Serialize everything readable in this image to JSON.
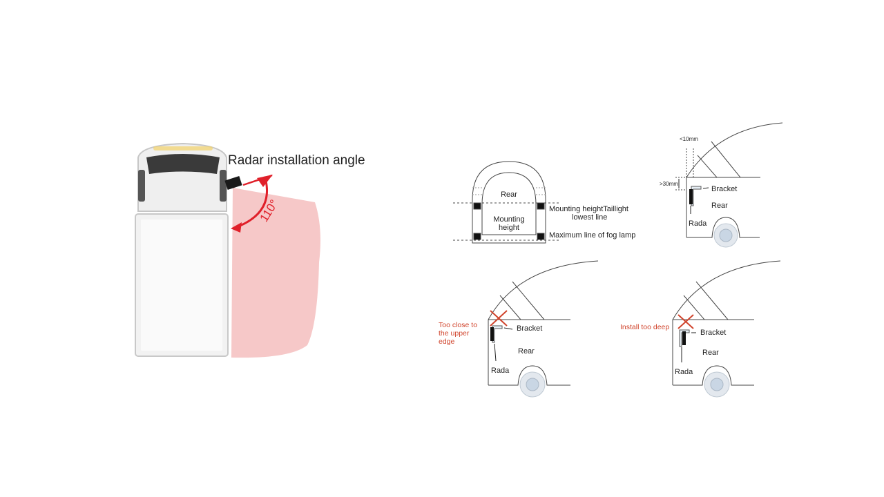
{
  "truck_panel": {
    "title": "Radar installation angle",
    "angle": "110°",
    "colors": {
      "coverage": "#f6c8c8",
      "arrow": "#e0202a",
      "radar": "#1a1a1a"
    },
    "icons": [
      "truck-icon",
      "radar-sensor-icon"
    ]
  },
  "rear_view": {
    "rear_label": "Rear",
    "mounting_label_line1": "Mounting",
    "mounting_label_line2": "height",
    "right_label_1a": "Mounting heightTaillight",
    "right_label_1b": "lowest line",
    "right_label_2": "Maximum line of fog lamp"
  },
  "correct_install": {
    "dim_top": "<10mm",
    "dim_left": ">30mm",
    "bracket": "Bracket",
    "rear": "Rear",
    "rada": "Rada"
  },
  "wrong_install_1": {
    "warning_line1": "Too close to",
    "warning_line2": "the upper",
    "warning_line3": "edge",
    "bracket": "Bracket",
    "rear": "Rear",
    "rada": "Rada"
  },
  "wrong_install_2": {
    "warning": "Install too deep",
    "bracket": "Bracket",
    "rear": "Rear",
    "rada": "Rada"
  },
  "colors": {
    "warning": "#d0432b",
    "line": "#444444",
    "wheel": "#c9d6e4"
  }
}
